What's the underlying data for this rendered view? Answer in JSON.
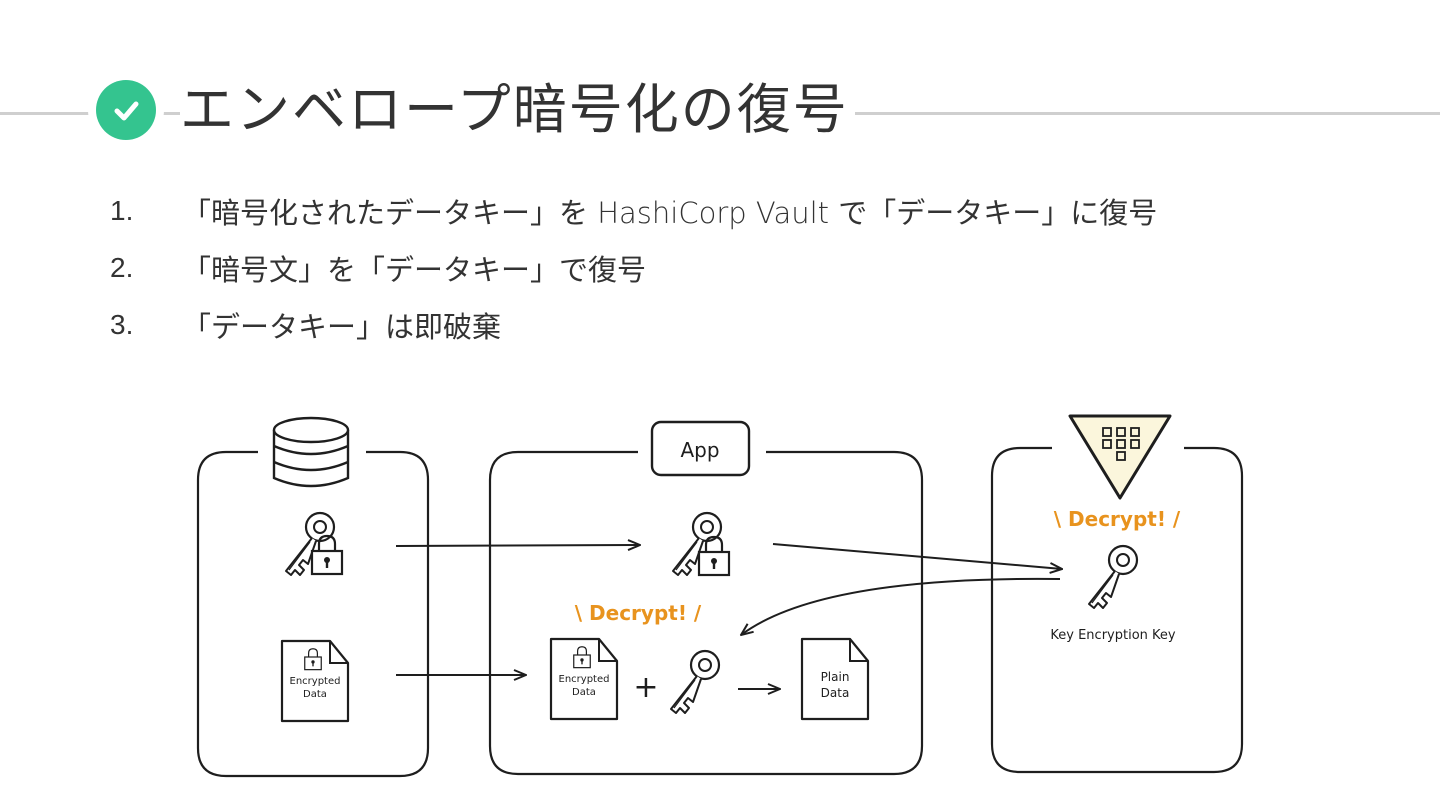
{
  "slide": {
    "title": "エンベロープ暗号化の復号",
    "title_icon": "check-circle-icon"
  },
  "steps": [
    {
      "number": "1.",
      "text": "「暗号化されたデータキー」を HashiCorp Vault で「データキー」に復号"
    },
    {
      "number": "2.",
      "text": "「暗号文」を「データキー」で復号"
    },
    {
      "number": "3.",
      "text": "「データキー」は即破棄"
    }
  ],
  "diagram": {
    "app_label": "App",
    "decrypt_label_app": "\\ Decrypt! /",
    "decrypt_label_vault": "\\ Decrypt! /",
    "kek_label": "Key Encryption Key",
    "db_doc_line1": "Encrypted",
    "db_doc_line2": "Data",
    "app_doc_line1": "Encrypted",
    "app_doc_line2": "Data",
    "plain_line1": "Plain",
    "plain_line2": "Data",
    "plus": "+",
    "colors": {
      "accent_orange": "#e8931e",
      "check_green": "#34c48f",
      "vault_fill": "#fbf6dc",
      "stroke": "#1e1e1e"
    }
  }
}
